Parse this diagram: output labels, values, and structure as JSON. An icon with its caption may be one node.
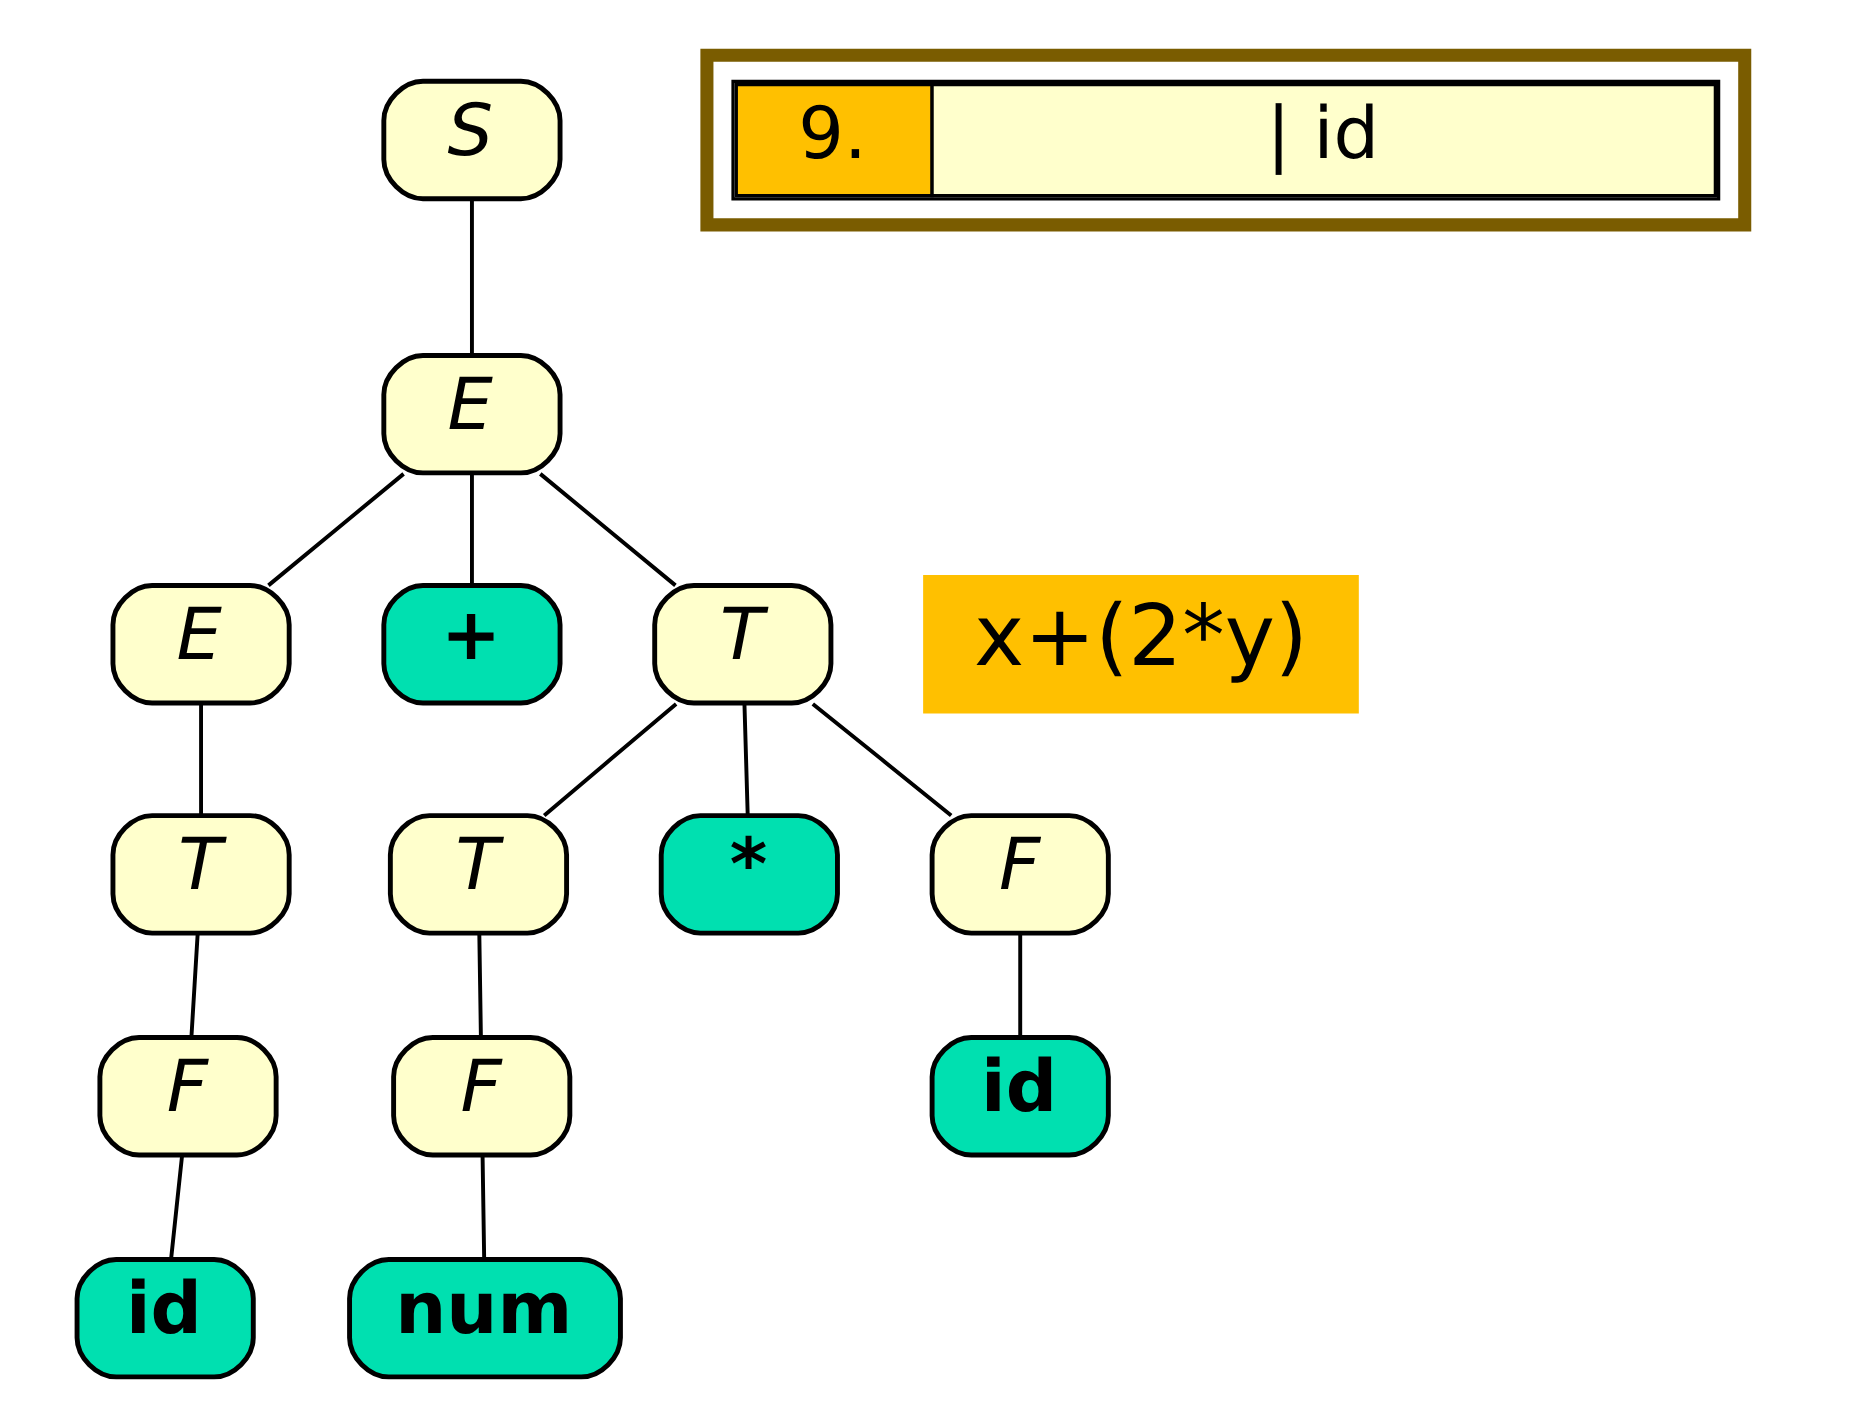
{
  "diagram": {
    "nodes": [
      {
        "text": [
          "S"
        ]
      },
      {
        "text": [
          "E"
        ]
      },
      {
        "text": [
          "E"
        ]
      },
      {
        "text": [
          "+"
        ]
      },
      {
        "text": [
          "T"
        ]
      },
      {
        "text": [
          "T"
        ]
      },
      {
        "text": [
          "T"
        ]
      },
      {
        "text": [
          "*"
        ]
      },
      {
        "text": [
          "F"
        ]
      },
      {
        "text": [
          "F"
        ]
      },
      {
        "text": [
          "F"
        ]
      },
      {
        "text": [
          "id"
        ]
      },
      {
        "text": [
          "id"
        ]
      },
      {
        "text": [
          "num"
        ]
      }
    ],
    "edges": [
      {
        "from": 0,
        "to": 1,
        "arrow": "none"
      },
      {
        "from": 1,
        "to": 2,
        "arrow": "none"
      },
      {
        "from": 1,
        "to": 3,
        "arrow": "none"
      },
      {
        "from": 1,
        "to": 4,
        "arrow": "none"
      },
      {
        "from": 2,
        "to": 5,
        "arrow": "none"
      },
      {
        "from": 5,
        "to": 9,
        "arrow": "none"
      },
      {
        "from": 9,
        "to": 12,
        "arrow": "none"
      },
      {
        "from": 4,
        "to": 6,
        "arrow": "none"
      },
      {
        "from": 4,
        "to": 7,
        "arrow": "none"
      },
      {
        "from": 4,
        "to": 8,
        "arrow": "none"
      },
      {
        "from": 6,
        "to": 10,
        "arrow": "none"
      },
      {
        "from": 10,
        "to": 13,
        "arrow": "none"
      },
      {
        "from": 8,
        "to": 11,
        "arrow": "none"
      }
    ],
    "labels": [
      "9.",
      "| id",
      "x+(2*y)"
    ]
  }
}
